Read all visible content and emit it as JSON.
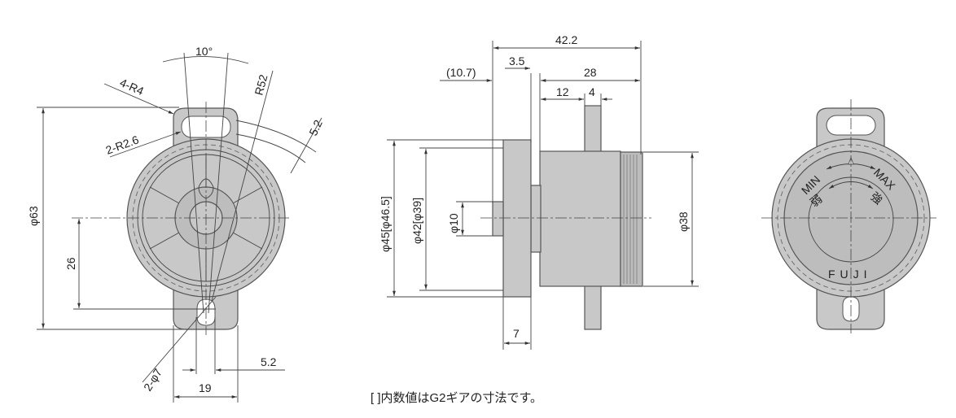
{
  "front_view": {
    "angle": "10°",
    "slot_radius": "4-R4",
    "slot_radius_small": "2-R2.6",
    "arc_radius": "R52",
    "arc_width": "5.2",
    "diameter": "φ63",
    "hole_offset": "26",
    "holes": "2-φ7",
    "tab_width": "19",
    "hole_width": "5.2"
  },
  "side_view": {
    "overall_length": "42.2",
    "shaft_length": "(10.7)",
    "flange": "3.5",
    "body_length": "28",
    "tab_offset": "12",
    "tab_thickness": "4",
    "flange_diameter": "φ45[φ46.5]",
    "body_diameter": "φ42[φ39]",
    "shaft_diameter": "φ10",
    "knob_diameter": "φ38",
    "flange_width": "7"
  },
  "back_view": {
    "min_label": "MIN",
    "max_label": "MAX",
    "weak_label": "弱",
    "strong_label": "強",
    "brand": "FUJI"
  },
  "footnote": "[ ]内数値はG2ギアの寸法です。"
}
